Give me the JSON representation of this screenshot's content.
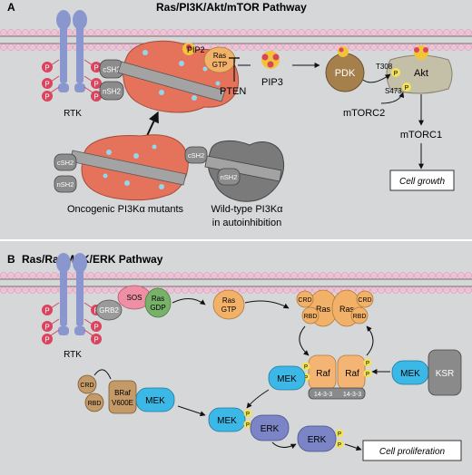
{
  "panel_a": {
    "letter": "A",
    "title": "Ras/PI3K/Akt/mTOR Pathway",
    "rtk": "RTK",
    "p": "P",
    "csh2": "cSH2",
    "nsh2": "nSH2",
    "pip2": "PIP2",
    "ras_top": "Ras",
    "ras_bottom": "GTP",
    "pten": "PTEN",
    "pip3": "PIP3",
    "pdk": "PDK",
    "akt": "Akt",
    "t308": "T308",
    "s473": "S473",
    "mtorc2": "mTORC2",
    "mtorc1": "mTORC1",
    "cell_growth": "Cell growth",
    "oncogenic_label": "Oncogenic PI3Kα mutants",
    "wildtype_line1": "Wild-type PI3Kα",
    "wildtype_line2": "in autoinhibition"
  },
  "panel_b": {
    "letter": "B",
    "title": "Ras/Raf/MEK/ERK Pathway",
    "rtk": "RTK",
    "p": "P",
    "sos": "SOS",
    "grb2": "GRB2",
    "ras": "Ras",
    "gdp": "GDP",
    "gtp": "GTP",
    "crd": "CRD",
    "rbd": "RBD",
    "raf": "Raf",
    "b1433": "14-3-3",
    "mek": "MEK",
    "ksr": "KSR",
    "braf_line1": "BRaf",
    "braf_line2": "V600E",
    "erk": "ERK",
    "cell_proliferation": "Cell proliferation"
  },
  "colors": {
    "background": "#d5d7d9",
    "membrane_head": "#f3bfd6",
    "receptor": "#8a97cf",
    "phosphate": "#d9445e",
    "pi3k": "#e5735c",
    "pdk": "#a5804c",
    "akt": "#c4c0a8",
    "ras_small": "#f2b168",
    "raf": "#f4b474",
    "mek": "#3cb8e6",
    "erk": "#7b84c4",
    "ksr": "#8a8a8a",
    "grb2": "#9a9a9a",
    "sos": "#ef8fa6",
    "braf": "#c49a68",
    "wildtype": "#7a7a7a"
  }
}
